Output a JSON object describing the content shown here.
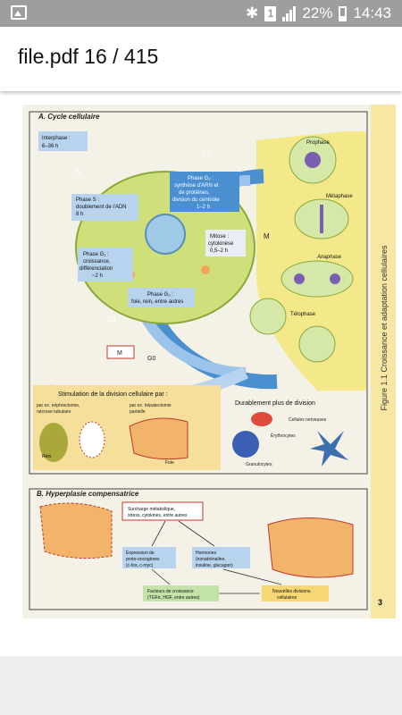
{
  "status_bar": {
    "battery": "22%",
    "time": "14:43",
    "sim": "1",
    "icons": [
      "gallery-icon",
      "bluetooth-icon",
      "sim-icon",
      "signal-icon",
      "battery-icon"
    ]
  },
  "app_bar": {
    "title": "file.pdf 16 / 415"
  },
  "page": {
    "section_a_title": "A. Cycle cellulaire",
    "interphase": [
      "Interphase :",
      "6–36 h"
    ],
    "label_s": "S",
    "label_g2": "G2",
    "label_g1": "G1",
    "label_m": "M",
    "label_m2": "M",
    "label_g0": "G0",
    "phase_s": [
      "Phase S :",
      "doublement de l'ADN",
      "8 h"
    ],
    "phase_g2": [
      "Phase G₂ :",
      "synthèse d'ARN et",
      "de protéines,",
      "division du centriole",
      "1–2 h"
    ],
    "mitose": [
      "Mitose :",
      "cytokinèse",
      "0,5–2 h"
    ],
    "phase_g1": [
      "Phase G₁ :",
      "croissance,",
      "différenciation",
      "~2 h"
    ],
    "phase_g0": [
      "Phase G₀ :",
      "foie, rein, entre autres"
    ],
    "prophase": "Prophase",
    "metaphase": "Métaphase",
    "anaphase": "Anaphase",
    "telophase": "Télophase",
    "side_title": "Figure 1.1 Croissance et adaptation cellulaires",
    "stimulation_title": "Stimulation de la division cellulaire par :",
    "stim_left": [
      "par ex. néphrectomie,",
      "nécrose tubulaire"
    ],
    "stim_right": [
      "par ex. hépatectomie",
      "partielle"
    ],
    "rein": "Rein",
    "foie": "Foie",
    "durablement": "Durablement plus de division",
    "cellules_nerveuses": "Cellules nerveuses",
    "erythrocytes": "Érythrocytes",
    "granulocytes": "Granulocytes",
    "section_b_title": "B. Hyperplasie compensatrice",
    "surcharge": [
      "Surcharge métabolique,",
      "stress, cytokines, entre autres"
    ],
    "expression": [
      "Expression de",
      "proto-oncogènes",
      "(c-fos, c-myc)"
    ],
    "hormones": [
      "Hormones",
      "(noradrénaline,",
      "insuline, glucagon)"
    ],
    "facteurs": [
      "Facteurs de croissance",
      "(TGFα, HGF, entre autres)"
    ],
    "nouvelles": [
      "Nouvelles divisions",
      "cellulaires"
    ],
    "page_number": "3"
  },
  "colors": {
    "status_bar": "#9e9e9e",
    "paper": "#f4f1e6",
    "cycle_blue": "#4a8fd0",
    "cell_green": "#cfe07a",
    "mitosis_yellow": "#f3e98a",
    "label_box": "#b8d3ee",
    "highlight_yellow": "#f7d774"
  }
}
